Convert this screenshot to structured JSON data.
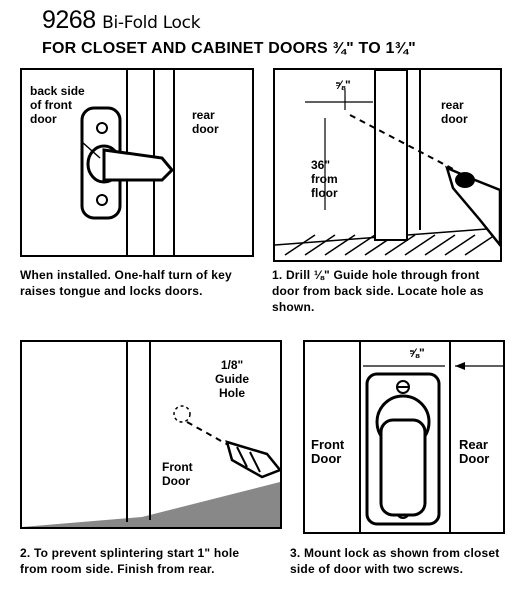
{
  "header": {
    "model_number": "9268",
    "product_name": "Bi-Fold Lock",
    "subtitle": "FOR CLOSET AND CABINET DOORS ¾\" TO 1¾\""
  },
  "panel1": {
    "label_back_side": "back side of front door",
    "label_rear_door": "rear door",
    "caption": "When installed. One-half turn of key raises tongue and locks doors."
  },
  "panel2": {
    "label_dimension": "⅝\"",
    "label_rear_door": "rear door",
    "label_height": "36\" from floor",
    "caption": "1. Drill ⅛\" Guide hole through front door from back side. Locate hole as shown."
  },
  "panel3": {
    "label_guide_hole": "1/8\" Guide Hole",
    "label_front_door": "Front Door",
    "caption": "2. To prevent splintering start 1\" hole from room side. Finish from rear."
  },
  "panel4": {
    "label_dimension": "⅝\"",
    "label_front_door": "Front Door",
    "label_rear_door": "Rear Door",
    "caption": "3. Mount lock as shown from closet side of door with two screws."
  }
}
